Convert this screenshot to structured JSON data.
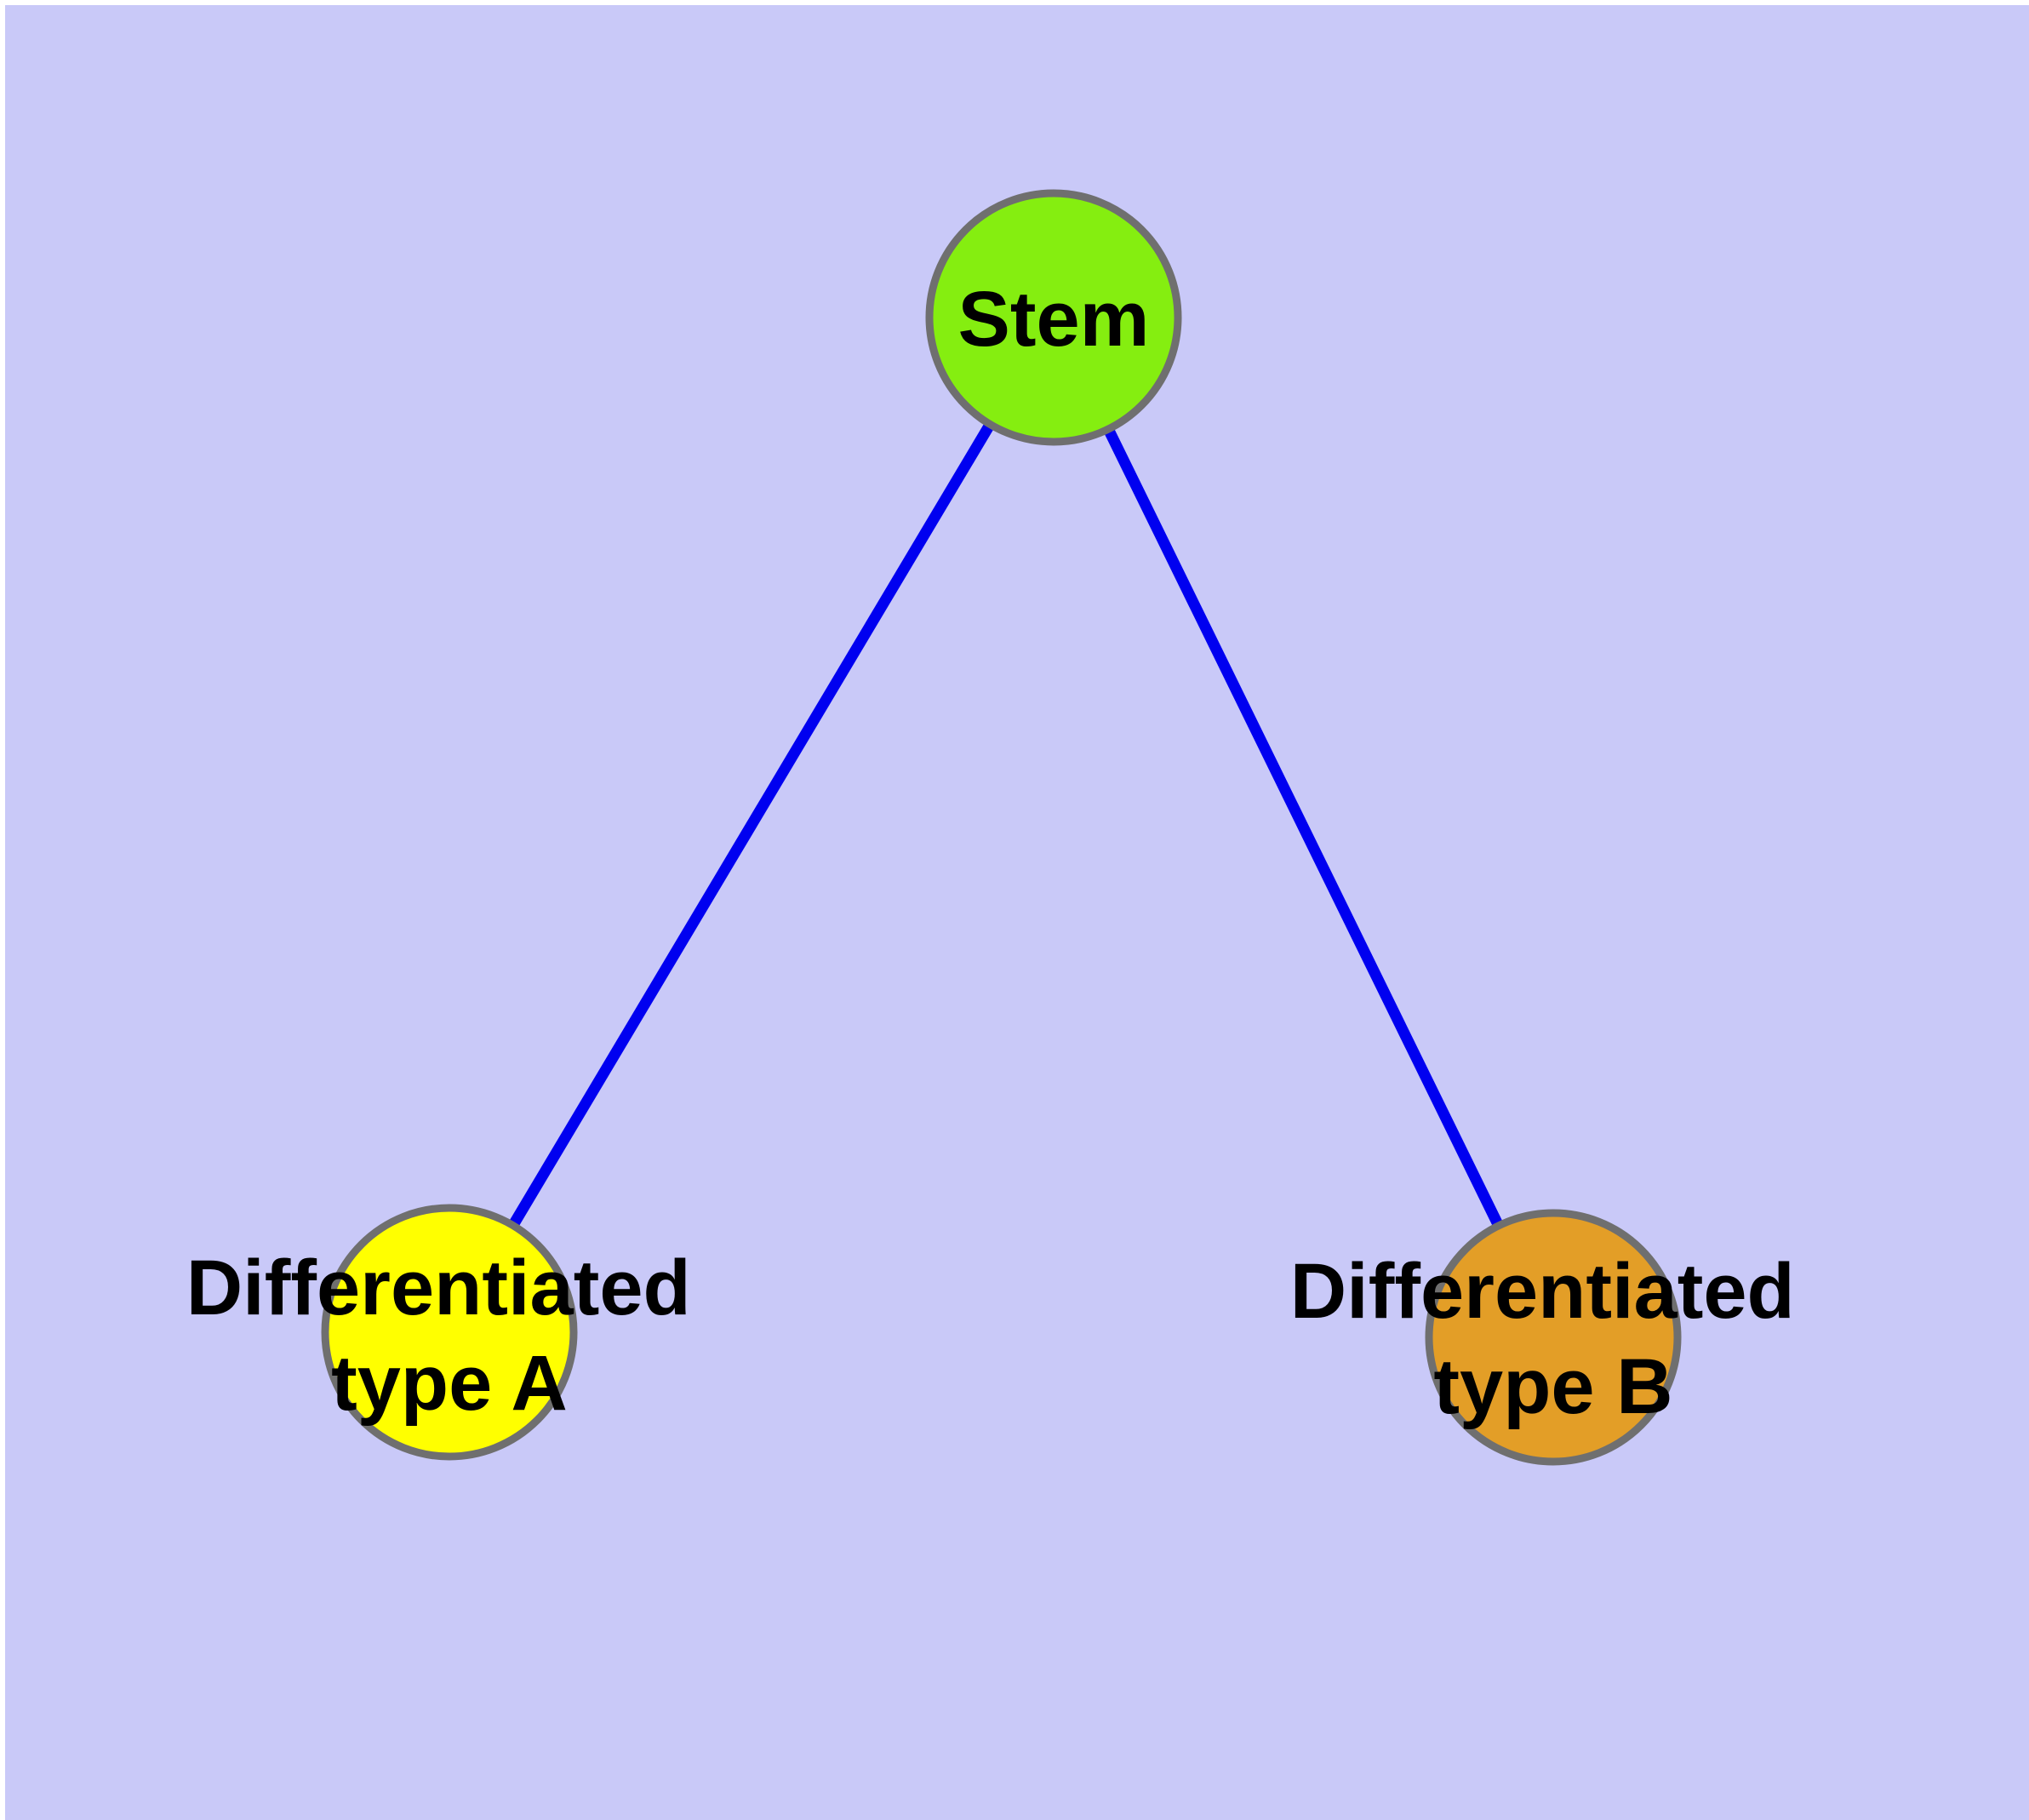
{
  "diagram": {
    "type": "graph",
    "description": "Stem cell differentiation tree with one root node and two child nodes",
    "page_color": "#ffffff",
    "background_color": "#c9c9f8",
    "node_border_color": "#6f6f6f",
    "edge_color": "#0000f0",
    "text_color": "#000000",
    "nodes": [
      {
        "id": "stem",
        "label": "Stem",
        "fill": "#85ee10"
      },
      {
        "id": "differentiated-type-a",
        "label": "Differentiated type A",
        "label_line1": "Differentiated",
        "label_line2": "type A",
        "fill": "#ffff00"
      },
      {
        "id": "differentiated-type-b",
        "label": "Differentiated type B",
        "label_line1": "Differentiated",
        "label_line2": "type B",
        "fill": "#e39e27"
      }
    ],
    "edges": [
      {
        "from": "Stem",
        "to": "Differentiated type A"
      },
      {
        "from": "Stem",
        "to": "Differentiated type B"
      }
    ]
  }
}
